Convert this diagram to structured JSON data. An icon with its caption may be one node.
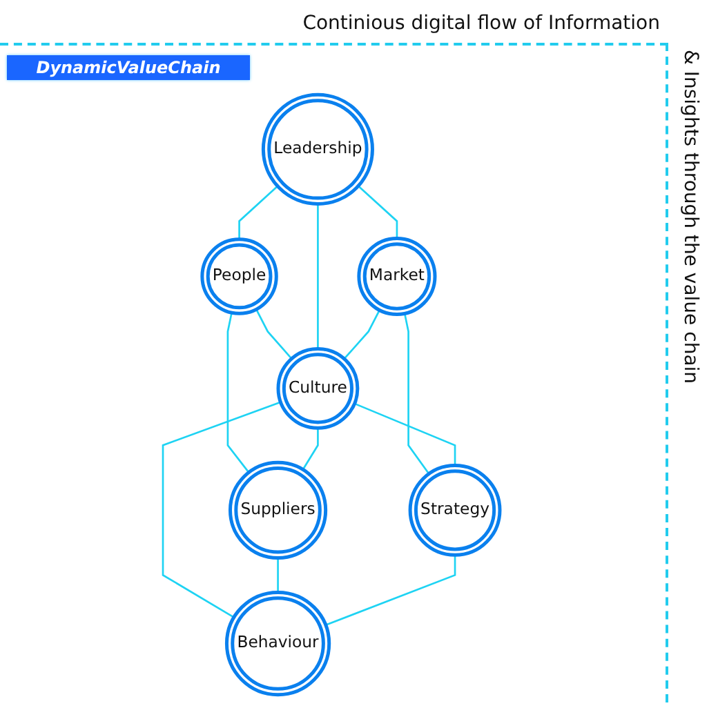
{
  "diagram": {
    "title": "DynamicValueChain",
    "nodes": [
      {
        "text": [
          "Leadership"
        ]
      },
      {
        "text": [
          "Market"
        ]
      },
      {
        "text": [
          "People"
        ]
      },
      {
        "text": [
          "Culture"
        ]
      },
      {
        "text": [
          "Strategy"
        ]
      },
      {
        "text": [
          "Suppliers"
        ]
      },
      {
        "text": [
          "Behaviour"
        ]
      }
    ],
    "edges": [
      {
        "from": 0,
        "to": 2,
        "arrow": "none"
      },
      {
        "from": 0,
        "to": 1,
        "arrow": "none"
      },
      {
        "from": 2,
        "to": 3,
        "arrow": "none"
      },
      {
        "from": 0,
        "to": 3,
        "arrow": "none"
      },
      {
        "from": 1,
        "to": 3,
        "arrow": "none"
      },
      {
        "from": 2,
        "to": 5,
        "arrow": "none"
      },
      {
        "from": 1,
        "to": 4,
        "arrow": "none"
      },
      {
        "from": 3,
        "to": 5,
        "arrow": "none"
      },
      {
        "from": 3,
        "to": 4,
        "arrow": "none"
      },
      {
        "from": 3,
        "to": 6,
        "arrow": "none"
      },
      {
        "from": 5,
        "to": 6,
        "arrow": "none"
      },
      {
        "from": 4,
        "to": 6,
        "arrow": "none"
      }
    ],
    "labels": [
      "Continious digital flow of Information",
      "& Insights through the value chain"
    ]
  }
}
